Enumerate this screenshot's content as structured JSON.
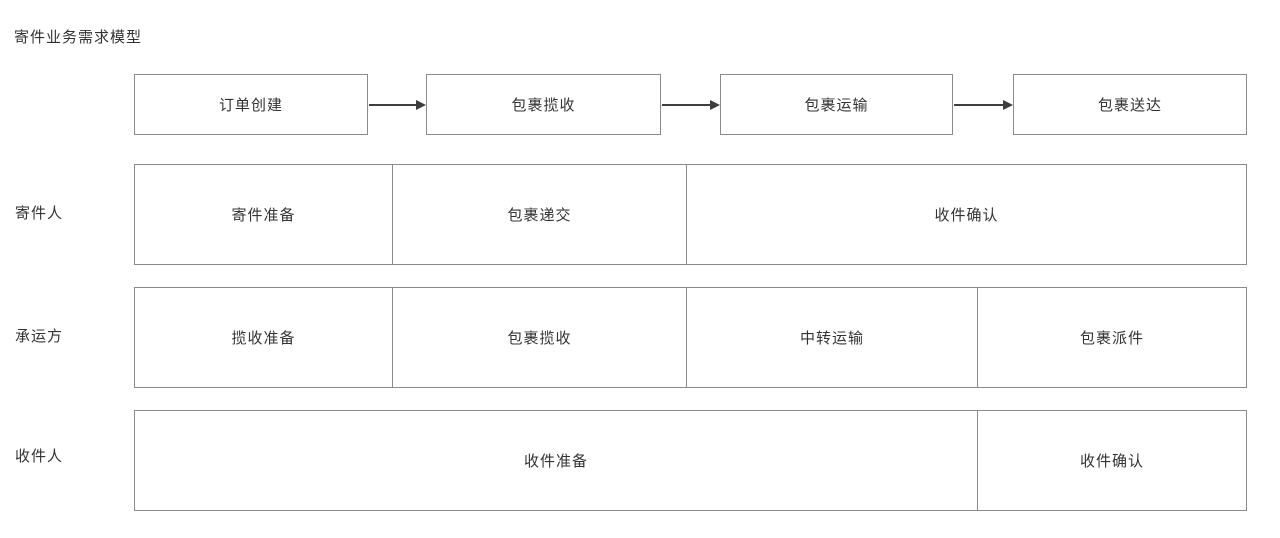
{
  "title": "寄件业务需求模型",
  "flow_steps": [
    {
      "label": "订单创建"
    },
    {
      "label": "包裹揽收"
    },
    {
      "label": "包裹运输"
    },
    {
      "label": "包裹送达"
    }
  ],
  "lanes": [
    {
      "label": "寄件人",
      "cells": [
        {
          "label": "寄件准备"
        },
        {
          "label": "包裹递交"
        },
        {
          "label": "收件确认"
        }
      ]
    },
    {
      "label": "承运方",
      "cells": [
        {
          "label": "揽收准备"
        },
        {
          "label": "包裹揽收"
        },
        {
          "label": "中转运输"
        },
        {
          "label": "包裹派件"
        }
      ]
    },
    {
      "label": "收件人",
      "cells": [
        {
          "label": "收件准备"
        },
        {
          "label": "收件确认"
        }
      ]
    }
  ],
  "colors": {
    "background": "#ffffff",
    "text": "#333333",
    "border": "#8a8a8a",
    "arrow": "#3d3d3d"
  }
}
